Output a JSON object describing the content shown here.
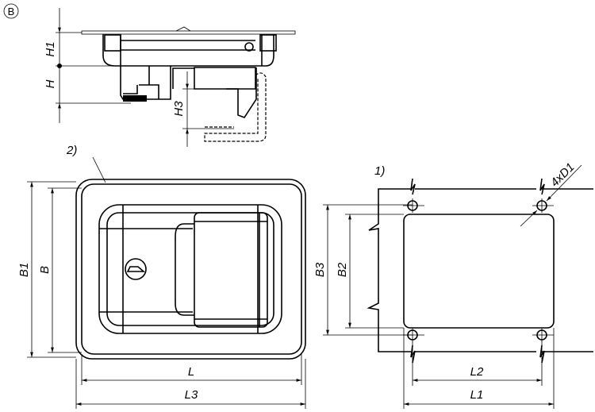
{
  "view_label": "B",
  "side_view": {
    "dims": {
      "h1": "H1",
      "h": "H",
      "h3": "H3"
    }
  },
  "front_view": {
    "note": "2)",
    "dims": {
      "b1": "B1",
      "b": "B",
      "l": "L",
      "l3": "L3"
    }
  },
  "cutout_view": {
    "note": "1)",
    "dims": {
      "b3": "B3",
      "b2": "B2",
      "l2": "L2",
      "l1": "L1",
      "holes": "4xD1"
    }
  },
  "colors": {
    "line": "#000000",
    "background": "#ffffff"
  }
}
